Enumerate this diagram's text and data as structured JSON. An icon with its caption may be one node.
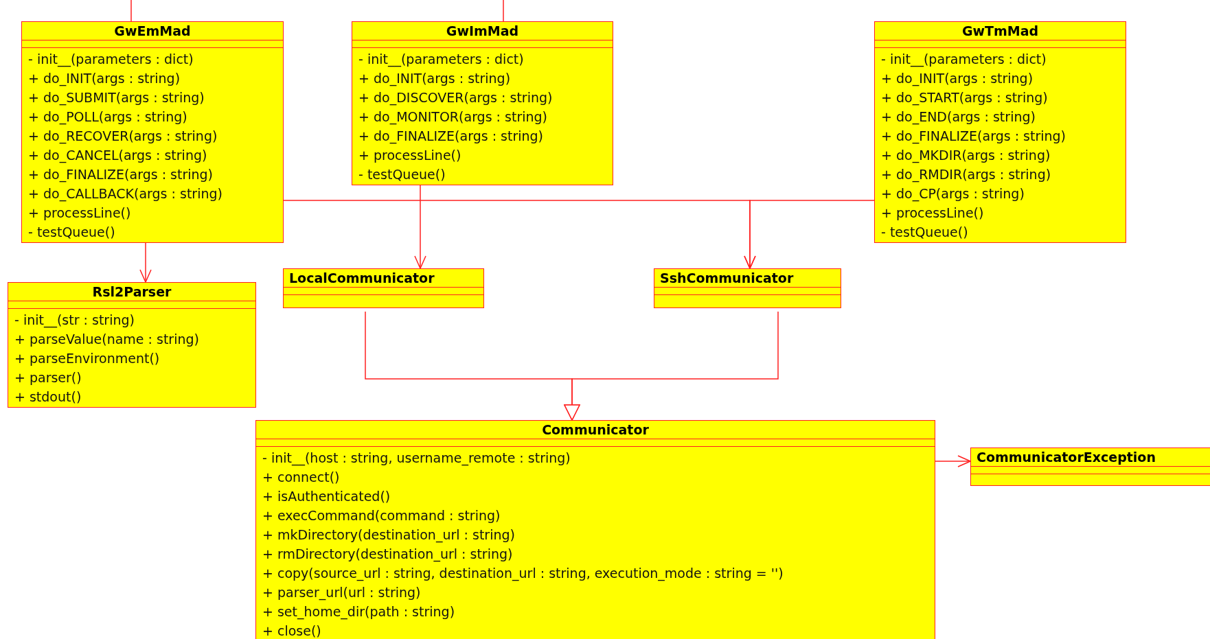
{
  "diagram": {
    "nodes": [
      {
        "text": [
          "GwEmMad",
          "- init__(parameters : dict)",
          "+ do_INIT(args : string)",
          "+ do_SUBMIT(args : string)",
          "+ do_POLL(args : string)",
          "+ do_RECOVER(args : string)",
          "+ do_CANCEL(args : string)",
          "+ do_FINALIZE(args : string)",
          "+ do_CALLBACK(args : string)",
          "+ processLine()",
          "- testQueue()"
        ]
      },
      {
        "text": [
          "GwImMad",
          "- init__(parameters : dict)",
          "+ do_INIT(args : string)",
          "+ do_DISCOVER(args : string)",
          "+ do_MONITOR(args : string)",
          "+ do_FINALIZE(args : string)",
          "+ processLine()",
          "- testQueue()"
        ]
      },
      {
        "text": [
          "GwTmMad",
          "- init__(parameters : dict)",
          "+ do_INIT(args : string)",
          "+ do_START(args : string)",
          "+ do_END(args : string)",
          "+ do_FINALIZE(args : string)",
          "+ do_MKDIR(args : string)",
          "+ do_RMDIR(args : string)",
          "+ do_CP(args : string)",
          "+ processLine()",
          "- testQueue()"
        ]
      },
      {
        "text": [
          "Rsl2Parser",
          "- init__(str : string)",
          "+ parseValue(name : string)",
          "+ parseEnvironment()",
          "+ parser()",
          "+ stdout()"
        ]
      },
      {
        "text": [
          "LocalCommunicator"
        ]
      },
      {
        "text": [
          "SshCommunicator"
        ]
      },
      {
        "text": [
          "Communicator",
          "- init__(host : string, username_remote : string)",
          "+ connect()",
          "+ isAuthenticated()",
          "+ execCommand(command : string)",
          "+ mkDirectory(destination_url : string)",
          "+ rmDirectory(destination_url : string)",
          "+ copy(source_url : string, destination_url : string, execution_mode : string = '')",
          "+ parser_url(url : string)",
          "+ set_home_dir(path : string)",
          "+ close()"
        ]
      },
      {
        "text": [
          "CommunicatorException"
        ]
      }
    ],
    "edges": [
      {
        "from": null,
        "to": 0,
        "arrow": "none"
      },
      {
        "from": null,
        "to": 1,
        "arrow": "none"
      },
      {
        "from": 0,
        "to": 3,
        "arrow": "to"
      },
      {
        "from": 0,
        "to": 5,
        "arrow": "to"
      },
      {
        "from": 2,
        "to": 5,
        "arrow": "to"
      },
      {
        "from": 1,
        "to": 4,
        "arrow": "to"
      },
      {
        "from": 4,
        "to": 6,
        "arrow": "to"
      },
      {
        "from": 5,
        "to": 6,
        "arrow": "to"
      },
      {
        "from": 6,
        "to": 7,
        "arrow": "to"
      }
    ]
  }
}
